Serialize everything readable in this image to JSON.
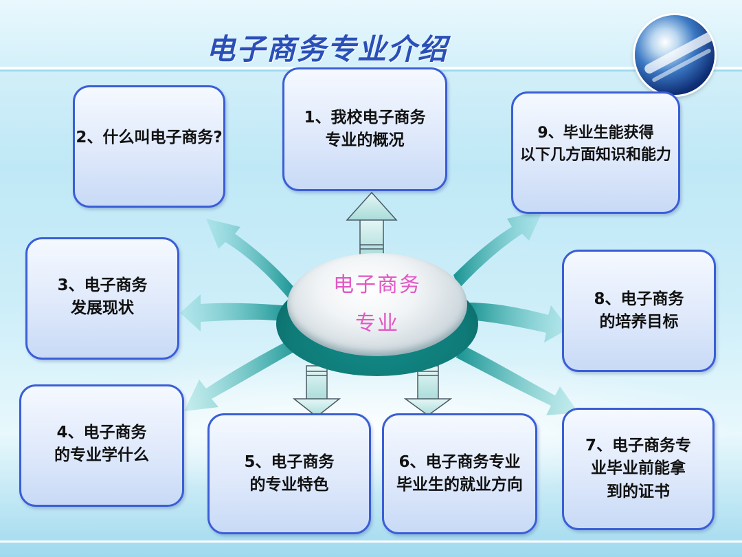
{
  "title": "电子商务专业介绍",
  "center": {
    "line1": "电子商务",
    "line2": "专业"
  },
  "boxes": [
    {
      "id": "1",
      "text": "1、我校电子商务\n专业的概况"
    },
    {
      "id": "2",
      "text": "2、什么叫电子商务?"
    },
    {
      "id": "3",
      "text": "3、电子商务\n发展现状"
    },
    {
      "id": "4",
      "text": "4、电子商务\n的专业学什么"
    },
    {
      "id": "5",
      "text": "5、电子商务\n的专业特色"
    },
    {
      "id": "6",
      "text": "6、电子商务专业\n毕业生的就业方向"
    },
    {
      "id": "7",
      "text": "7、电子商务专\n业毕业前能拿\n到的证书"
    },
    {
      "id": "8",
      "text": "8、电子商务\n的培养目标"
    },
    {
      "id": "9",
      "text": "9、毕业生能获得\n以下几方面知识和能力"
    }
  ],
  "colors": {
    "title": "#2a4fb8",
    "box_border": "#3a5ed6",
    "center_text": "#e257c4",
    "arrow": "#2fa6a4"
  }
}
